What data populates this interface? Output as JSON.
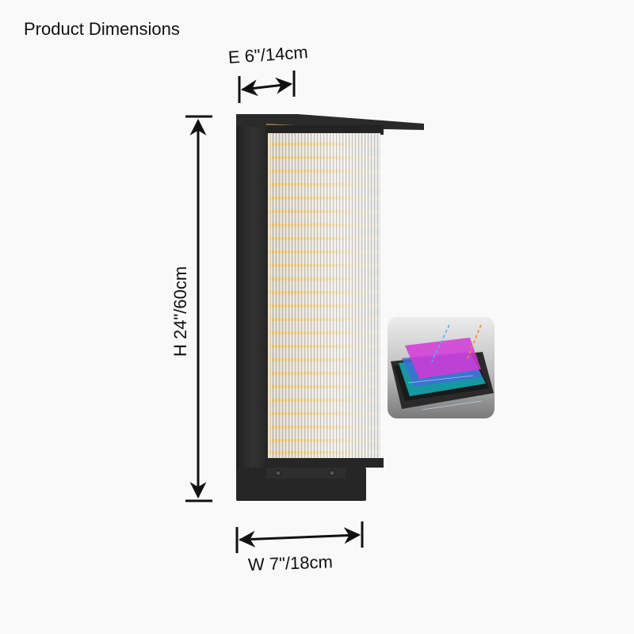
{
  "page": {
    "title": "Product Dimensions"
  },
  "dimensions": {
    "extension": {
      "label": "E 6\"/14cm",
      "inches": 6,
      "cm": 14
    },
    "height": {
      "label": "H 24\"/60cm",
      "inches": 24,
      "cm": 60
    },
    "width": {
      "label": "W 7\"/18cm",
      "inches": 7,
      "cm": 18
    }
  },
  "product": {
    "type": "outdoor wall sconce",
    "frame_color": "#2b2b2b",
    "glow_color": "#f5c15a",
    "diffuser": "ribbed clear glass"
  },
  "inset": {
    "icon": "layered-coating-icon",
    "layer_colors": [
      "#2c2c2c",
      "#17a6b0",
      "#3f6fd8",
      "#d23ad6"
    ],
    "arrow_colors": [
      "#4fb8f0",
      "#f28a1e"
    ]
  }
}
